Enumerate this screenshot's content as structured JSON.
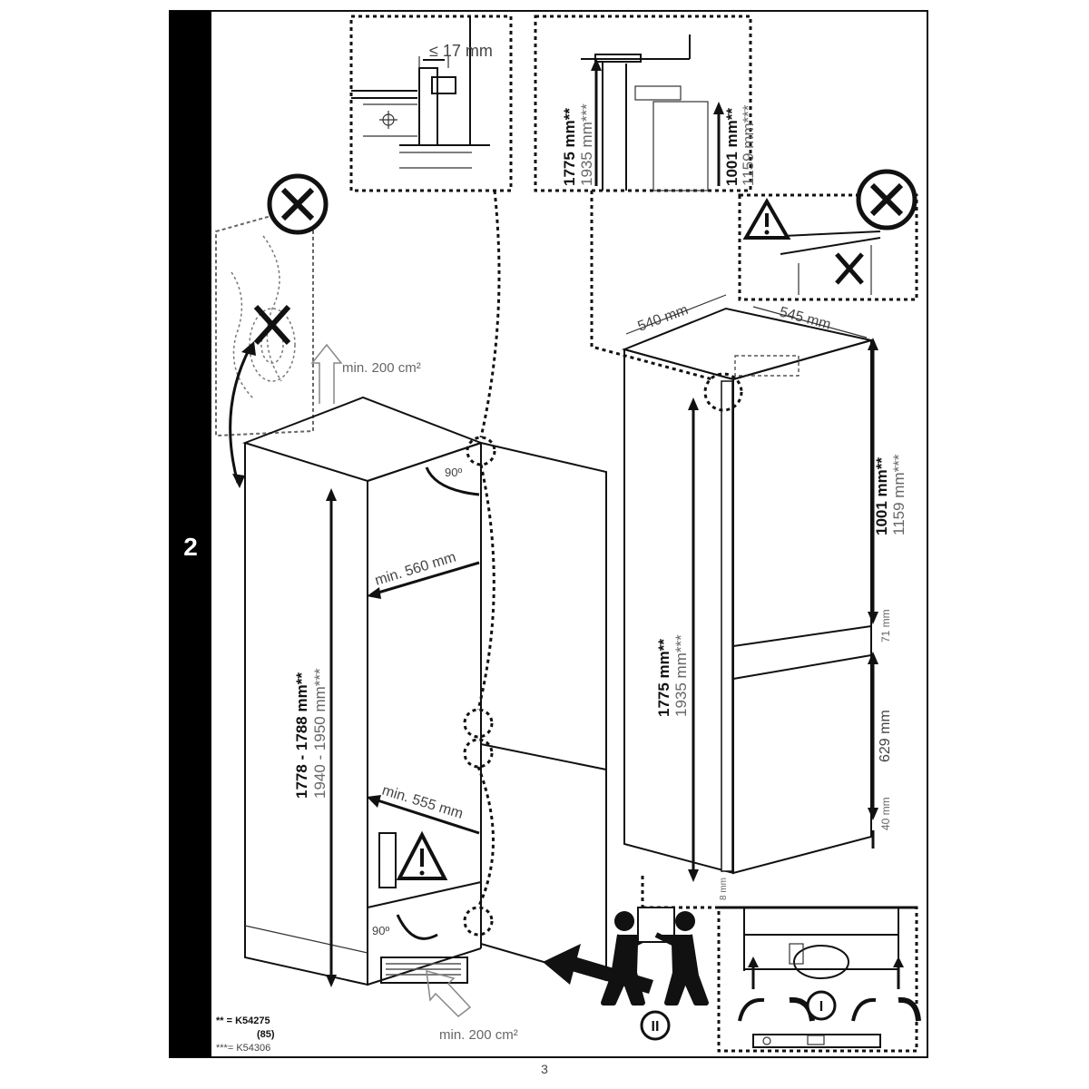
{
  "step": {
    "number": "2"
  },
  "page": {
    "number": "3"
  },
  "callouts": {
    "hinge_gap": "≤ 17 mm",
    "height_main_bold": "1775 mm**",
    "height_main_alt": "1935 mm***",
    "height_upper_bold": "1001 mm**",
    "height_upper_alt": "1159 mm***"
  },
  "niche": {
    "vent_top": "min. 200 cm²",
    "vent_bottom": "min. 200 cm²",
    "width_top": "min. 560 mm",
    "width_bottom": "min. 555 mm",
    "height_bold": "1778 - 1788 mm**",
    "height_alt": "1940 - 1950 mm***",
    "angle_top": "90º",
    "angle_bottom": "90º"
  },
  "appliance": {
    "width": "540 mm",
    "depth": "545 mm",
    "height_bold": "1775 mm**",
    "height_alt": "1935 mm***",
    "upper_bold": "1001 mm**",
    "upper_alt": "1159 mm***",
    "gap_mid": "71 mm",
    "lower": "629 mm",
    "gap_bottom": "40 mm",
    "foot": "8 mm"
  },
  "steps": {
    "roman_two": "II",
    "roman_one": "I"
  },
  "footnotes": {
    "double_star": "** = K54275",
    "double_star_sub": "(85)",
    "triple_star": "***= K54306"
  },
  "icons": [
    "prohibited-icon",
    "warning-icon",
    "people-carrying-icon",
    "arrow-icon",
    "adjustment-arrow-icon"
  ]
}
